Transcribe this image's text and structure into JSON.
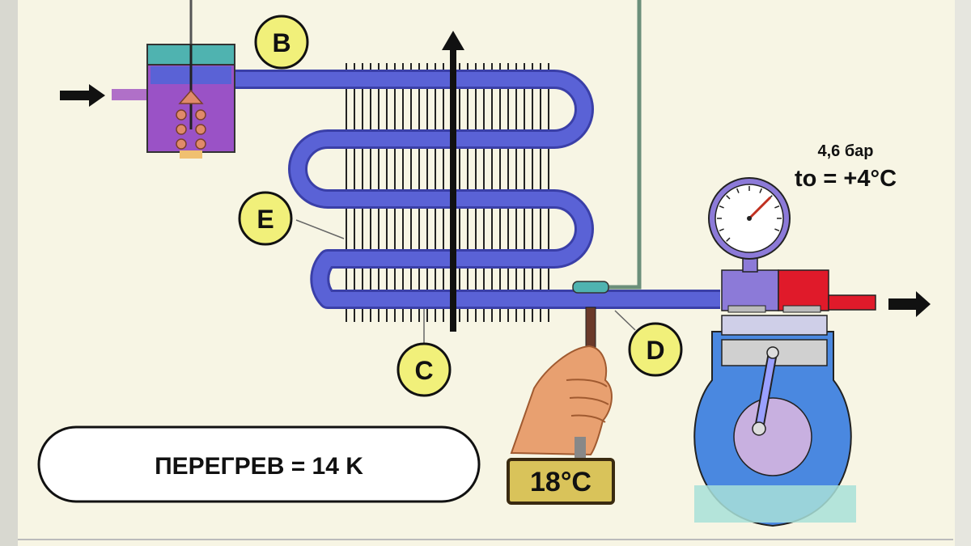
{
  "labels": {
    "b": "B",
    "c": "C",
    "d": "D",
    "e": "E"
  },
  "pressure": "4,6 бар",
  "temperature": "to = +4°C",
  "superheat": "ПЕРЕГРЕВ = 14 K",
  "thermometer_reading": "18°C",
  "colors": {
    "background": "#f7f5e4",
    "pipe": "#5a62d6",
    "valve_body": "#9a52c6",
    "label_circle": "#f1f07a",
    "hot_pipe": "#e01a2a",
    "compressor": "#4a88e0",
    "display": "#d9c35a"
  }
}
